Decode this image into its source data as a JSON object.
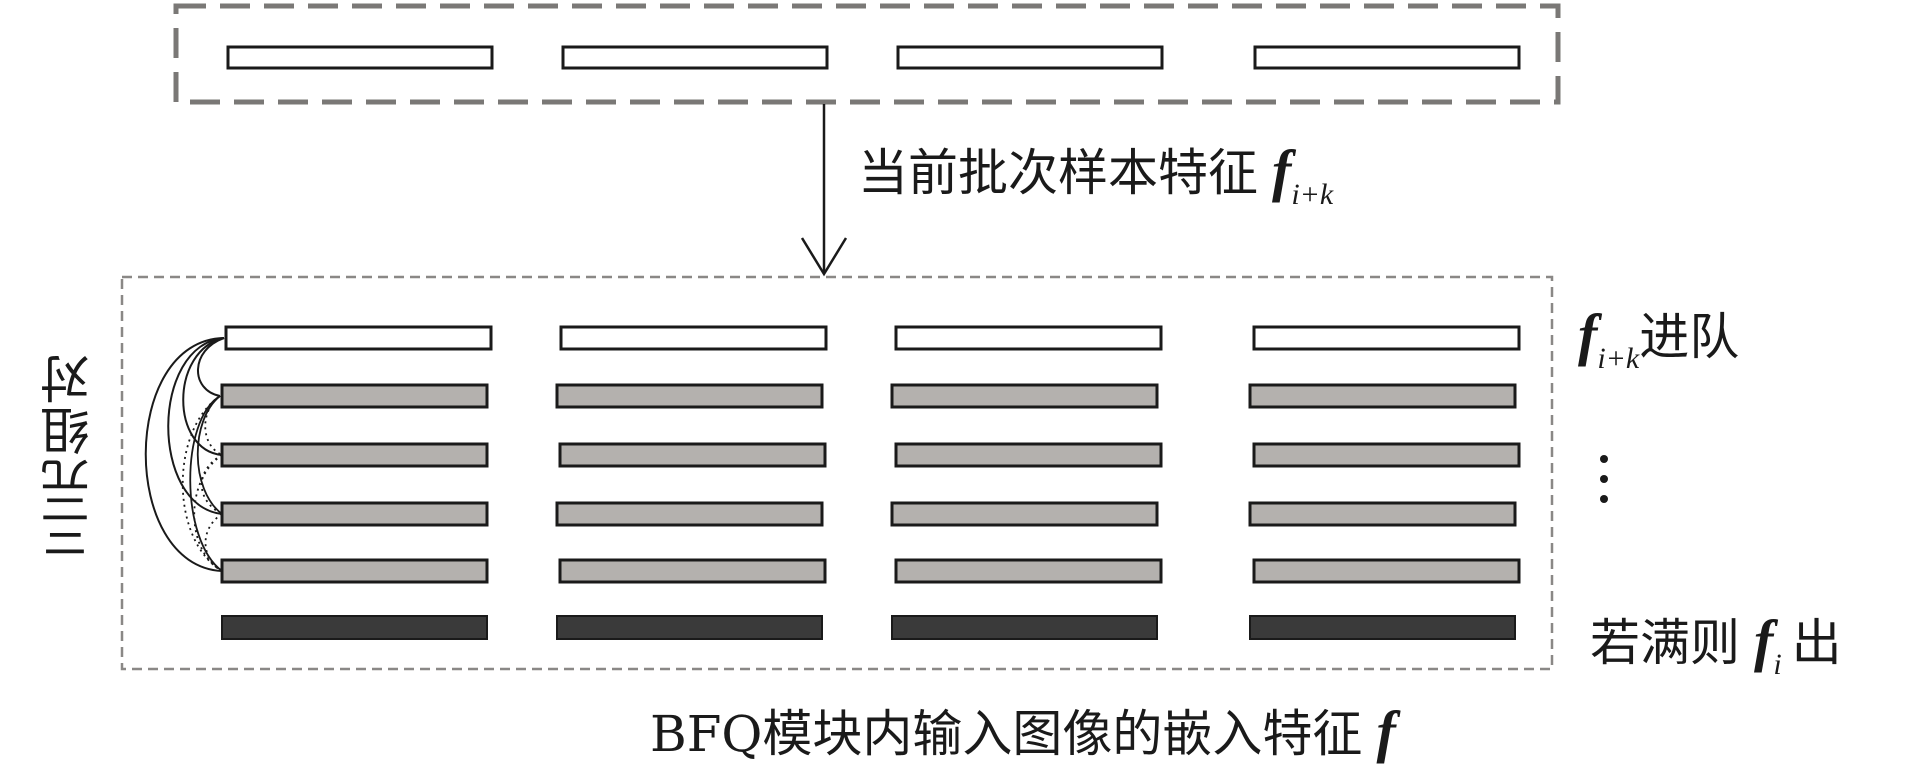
{
  "labels": {
    "batch_features_text": "当前批次样本特征",
    "batch_features_symbol": "f",
    "batch_features_subscript": "i+k",
    "enqueue_symbol": "f",
    "enqueue_subscript": "i+k",
    "enqueue_text": "进队",
    "dequeue_prefix": "若满则",
    "dequeue_symbol": "f",
    "dequeue_subscript": "i",
    "dequeue_suffix": "出",
    "embedding_text": "BFQ模块内输入图像的嵌入特征",
    "embedding_symbol": "f",
    "triplet_text": "三元组对"
  },
  "colors": {
    "new_feature_fill": "#ffffff",
    "queued_feature_fill": "#b4b1ae",
    "outgoing_feature_fill": "#3a3a3a",
    "dashed_border": "#7a7876",
    "stroke": "#1a1a1a"
  },
  "queue": {
    "columns": 4,
    "queued_rows": 4
  }
}
